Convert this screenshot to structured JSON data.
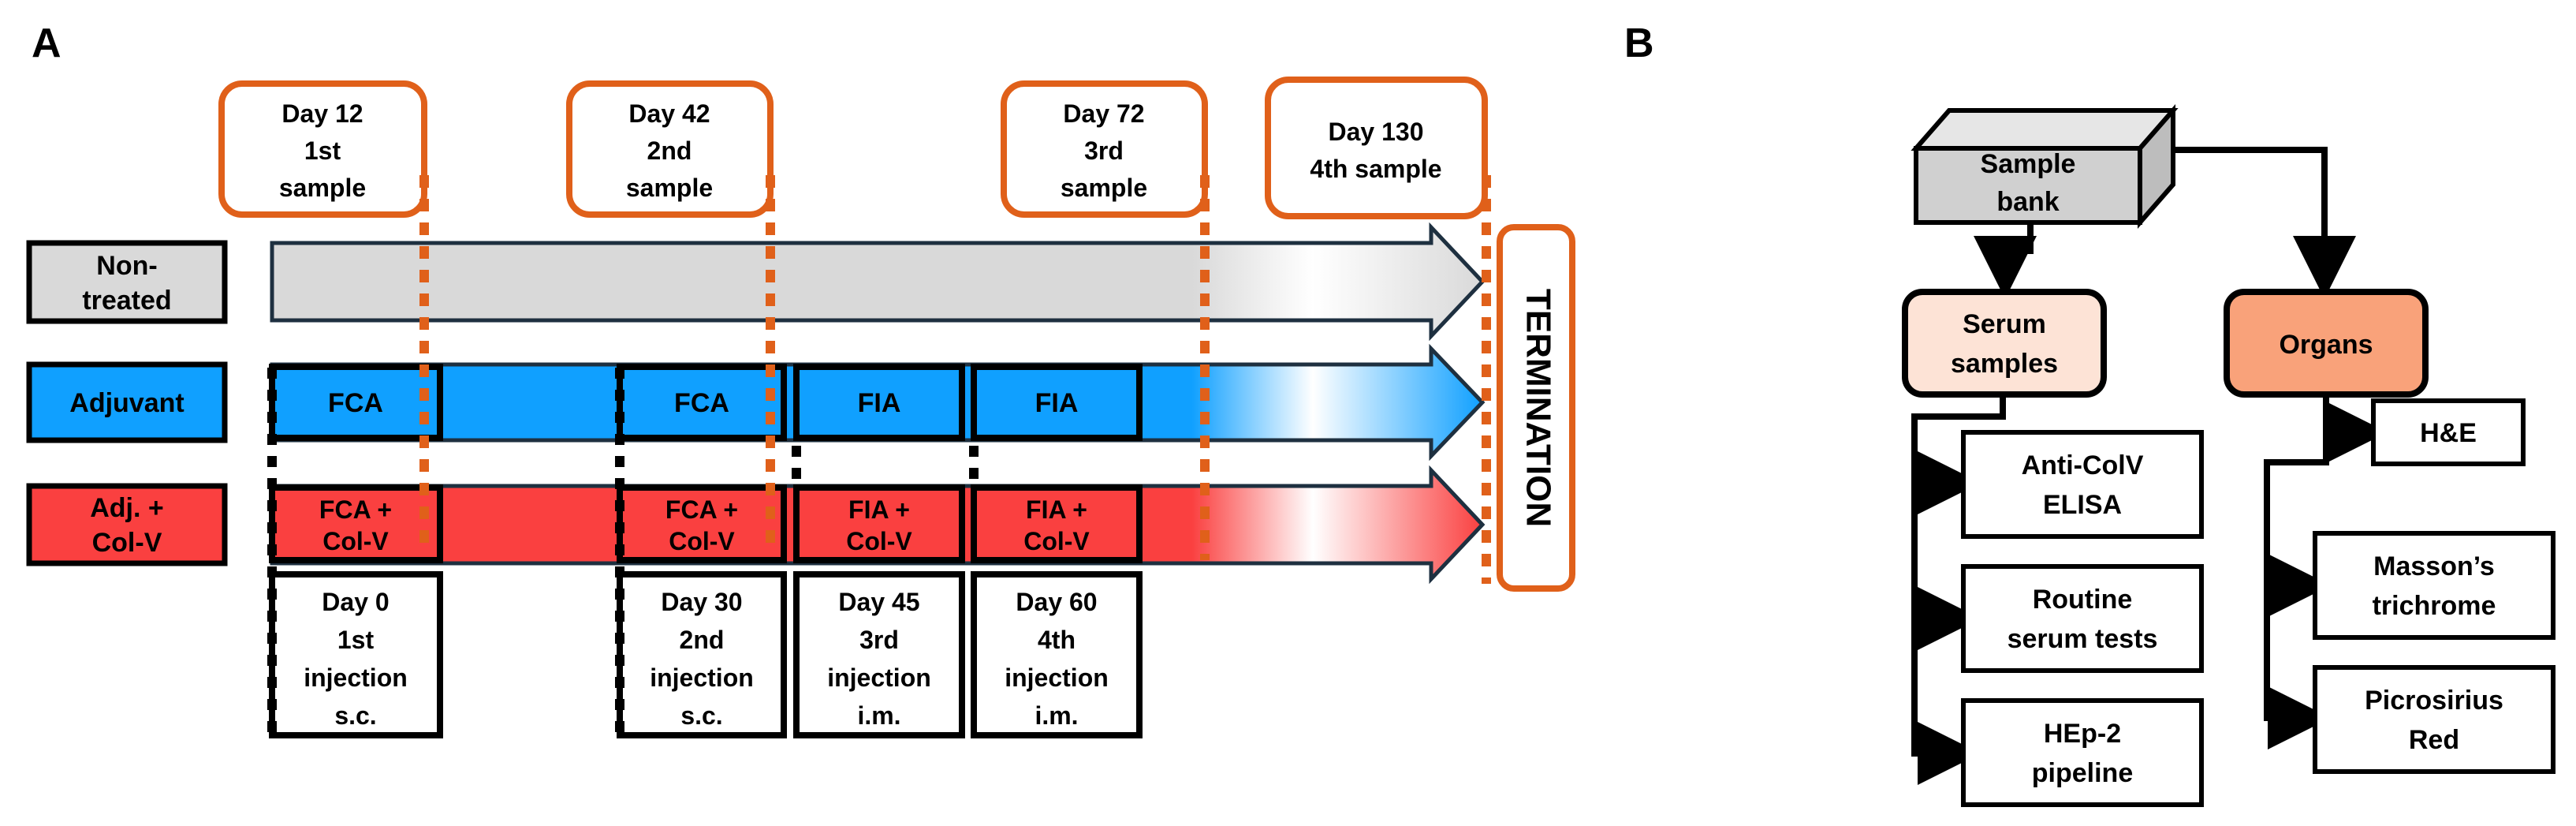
{
  "panel_a": {
    "letter": "A",
    "samples": [
      {
        "line1": "Day 12",
        "line2": "1st",
        "line3": "sample"
      },
      {
        "line1": "Day 42",
        "line2": "2nd",
        "line3": "sample"
      },
      {
        "line1": "Day 72",
        "line2": "3rd",
        "line3": "sample"
      },
      {
        "line1": "Day 130",
        "line2": "4th sample"
      }
    ],
    "groups": [
      {
        "line1": "Non-",
        "line2": "treated"
      },
      {
        "line1": "Adjuvant"
      },
      {
        "line1": "Adj. +",
        "line2": "Col-V"
      }
    ],
    "adjuvant_boxes": [
      "FCA",
      "FCA",
      "FIA",
      "FIA"
    ],
    "colv_boxes": [
      {
        "line1": "FCA +",
        "line2": "Col-V"
      },
      {
        "line1": "FCA +",
        "line2": "Col-V"
      },
      {
        "line1": "FIA +",
        "line2": "Col-V"
      },
      {
        "line1": "FIA +",
        "line2": "Col-V"
      }
    ],
    "injections": [
      {
        "line1": "Day 0",
        "line2": "1st",
        "line3": "injection",
        "line4": "s.c."
      },
      {
        "line1": "Day 30",
        "line2": "2nd",
        "line3": "injection",
        "line4": "s.c."
      },
      {
        "line1": "Day 45",
        "line2": "3rd",
        "line3": "injection",
        "line4": "i.m."
      },
      {
        "line1": "Day 60",
        "line2": "4th",
        "line3": "injection",
        "line4": "i.m."
      }
    ],
    "termination": "TERMINATION"
  },
  "panel_b": {
    "letter": "B",
    "sample_bank": {
      "line1": "Sample",
      "line2": "bank"
    },
    "serum": {
      "line1": "Serum",
      "line2": "samples"
    },
    "organs": "Organs",
    "serum_tests": [
      {
        "line1": "Anti-ColV",
        "line2": "ELISA"
      },
      {
        "line1": "Routine",
        "line2": "serum tests"
      },
      {
        "line1": "HEp-2",
        "line2": "pipeline"
      }
    ],
    "organ_tests": [
      {
        "line1": "H&E"
      },
      {
        "line1": "Masson’s",
        "line2": "trichrome"
      },
      {
        "line1": "Picrosirius",
        "line2": "Red"
      }
    ]
  },
  "colors": {
    "orange": "#e0601a",
    "blue": "#10a0ff",
    "red": "#fa4040",
    "gray": "#d9d9d9",
    "serum_fill": "#fde3d6",
    "organs_fill": "#f9a27a",
    "dark_arrow": "#1e3040"
  }
}
